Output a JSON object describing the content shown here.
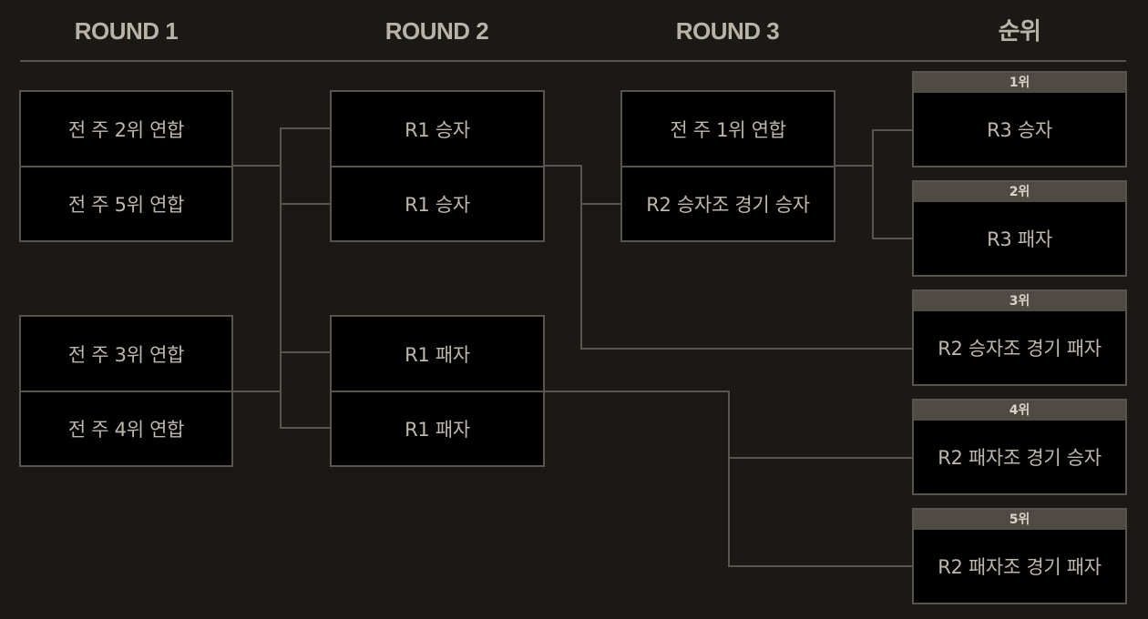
{
  "headers": {
    "round1": "ROUND 1",
    "round2": "ROUND 2",
    "round3": "ROUND 3",
    "ranking": "순위"
  },
  "round1": {
    "match1": {
      "top": "전 주 2위 연합",
      "bottom": "전 주 5위 연합"
    },
    "match2": {
      "top": "전 주 3위 연합",
      "bottom": "전 주 4위 연합"
    }
  },
  "round2": {
    "match1": {
      "top": "R1 승자",
      "bottom": "R1 승자"
    },
    "match2": {
      "top": "R1 패자",
      "bottom": "R1 패자"
    }
  },
  "round3": {
    "match1": {
      "top": "전 주 1위 연합",
      "bottom": "R2 승자조 경기 승자"
    }
  },
  "ranks": [
    {
      "label": "1위",
      "value": "R3 승자"
    },
    {
      "label": "2위",
      "value": "R3 패자"
    },
    {
      "label": "3위",
      "value": "R2 승자조 경기 패자"
    },
    {
      "label": "4위",
      "value": "R2 패자조 경기 승자"
    },
    {
      "label": "5위",
      "value": "R2 패자조 경기 패자"
    }
  ],
  "colors": {
    "background": "#1b1915",
    "box_fill": "#000000",
    "border": "#59544c",
    "rank_label_bar": "#4f4a44",
    "text": "#bdb7ad",
    "header_text": "#b9b2a6"
  }
}
